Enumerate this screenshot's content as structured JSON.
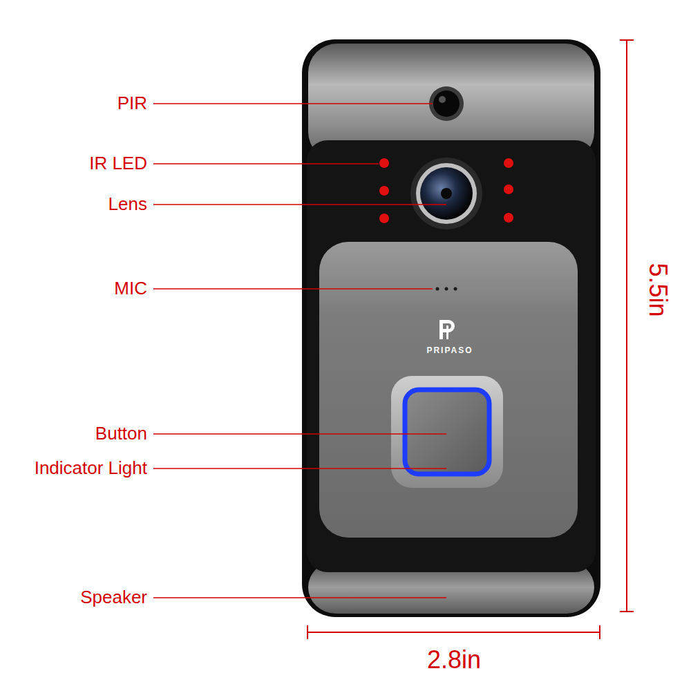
{
  "diagram": {
    "labels": [
      "PIR",
      "IR LED",
      "Lens",
      "MIC",
      "Button",
      "Indicator Light",
      "Speaker",
      "5.5in",
      "2.8in",
      "PRIPASO"
    ]
  }
}
